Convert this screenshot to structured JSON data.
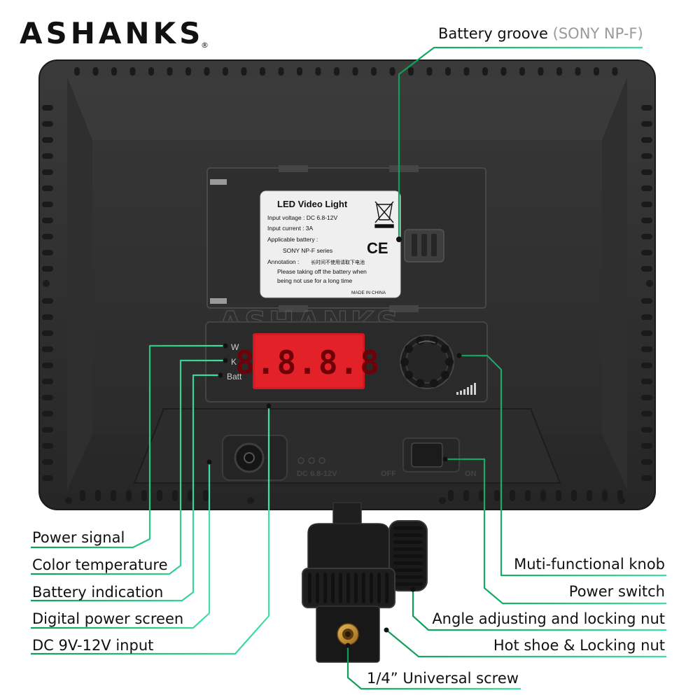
{
  "brand": {
    "name": "ASHANKS",
    "reg_mark": "®",
    "watermark": "ASHANKS"
  },
  "accent_color": "#1fb86f",
  "sticker": {
    "title": "LED Video Light",
    "input_voltage": "Input voltage :  DC 6.8-12V",
    "input_current": "Input current :  3A",
    "applicable_battery": "Applicable battery :",
    "battery_series": "SONY  NP-F series",
    "annotation_label": "Annotation :",
    "annotation_cn": "长时间不使用请取下电池",
    "annotation_en_1": "Please taking off the battery when",
    "annotation_en_2": "being not use for a long time",
    "made_in": "MADE IN CHINA",
    "ce_mark": "CE"
  },
  "control_panel": {
    "indicator_w": "W",
    "indicator_k": "K",
    "indicator_batt": "Batt",
    "display_value": "8.8.8.8"
  },
  "rear_panel": {
    "dc_label": "DC 6.8-12V",
    "off_label": "OFF",
    "on_label": "ON"
  },
  "callouts": {
    "battery_groove": "Battery groove",
    "battery_groove_note": "(SONY NP-F)",
    "power_signal": "Power signal",
    "color_temperature": "Color temperature",
    "battery_indication": "Battery indication",
    "digital_power_screen": "Digital power screen",
    "dc_input": "DC 9V-12V input",
    "multi_knob": "Muti-functional knob",
    "power_switch": "Power switch",
    "angle_nut": "Angle adjusting and locking nut",
    "hot_shoe": "Hot shoe & Locking nut",
    "universal_screw": "1/4”  Universal screw"
  }
}
